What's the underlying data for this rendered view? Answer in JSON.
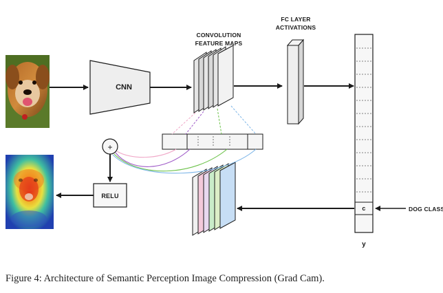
{
  "top_heading_fragment": "",
  "labels": {
    "cnn": "CNN",
    "conv_maps": [
      "CONVOLUTION",
      "FEATURE MAPS"
    ],
    "fc_activations": [
      "FC LAYER",
      "ACTIVATIONS"
    ],
    "relu": "RELU",
    "plus": "+",
    "class_cell": "c",
    "dog_class": "DOG CLASS",
    "y": "y"
  },
  "caption": "Figure 4: Architecture of Semantic Perception Image Compression (Grad Cam).",
  "colors": {
    "line": "#1a1a1a",
    "shape_fill": "#eeeeee",
    "map_pink": "#f3c9da",
    "map_green": "#c9ecc9",
    "map_blue": "#c7def5",
    "line_purple": "#a05cc8",
    "line_green": "#6cc24a",
    "line_blue": "#7fb7e8",
    "line_pink": "#f0a8c8"
  }
}
